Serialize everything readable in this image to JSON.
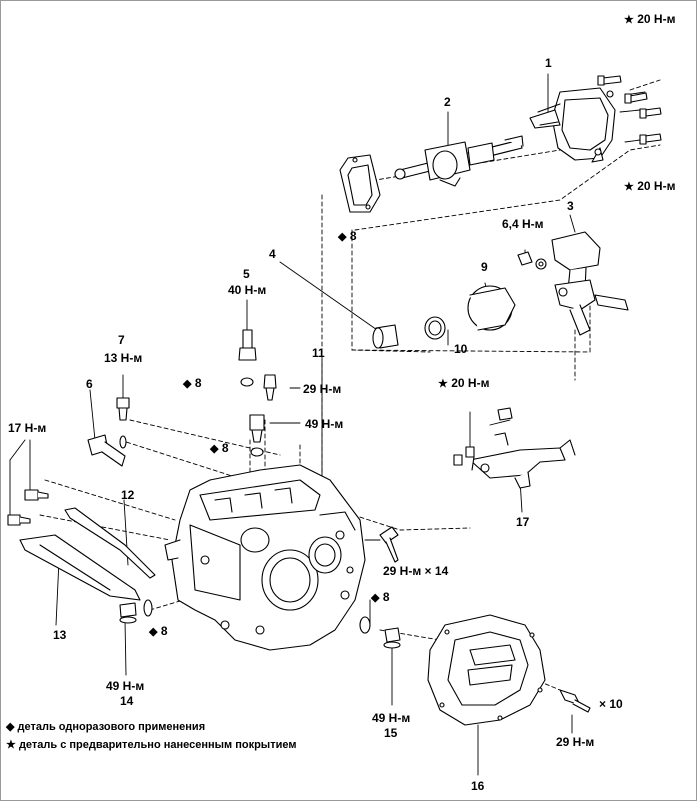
{
  "symbols": {
    "diamond": "◆",
    "star": "★"
  },
  "labels": {
    "p1": "1",
    "p2": "2",
    "p3": "3",
    "p4": "4",
    "p5": "5",
    "p6": "6",
    "p7": "7",
    "p8": "8",
    "p9": "9",
    "p10": "10",
    "p11": "11",
    "p12": "12",
    "p13": "13",
    "p14": "14",
    "p15": "15",
    "p16": "16",
    "p17": "17",
    "t20": "20 Н-м",
    "t40": "40 Н-м",
    "t13": "13 Н-м",
    "t17": "17 Н-м",
    "t6_4": "6,4 Н-м",
    "t29": "29 Н-м",
    "t49": "49 Н-м",
    "t29x14": "29 Н-м × 14",
    "x10": "× 10"
  },
  "legend": {
    "single_use": "деталь одноразового применения",
    "precoated": "деталь с предварительно нанесенным покрытием"
  }
}
